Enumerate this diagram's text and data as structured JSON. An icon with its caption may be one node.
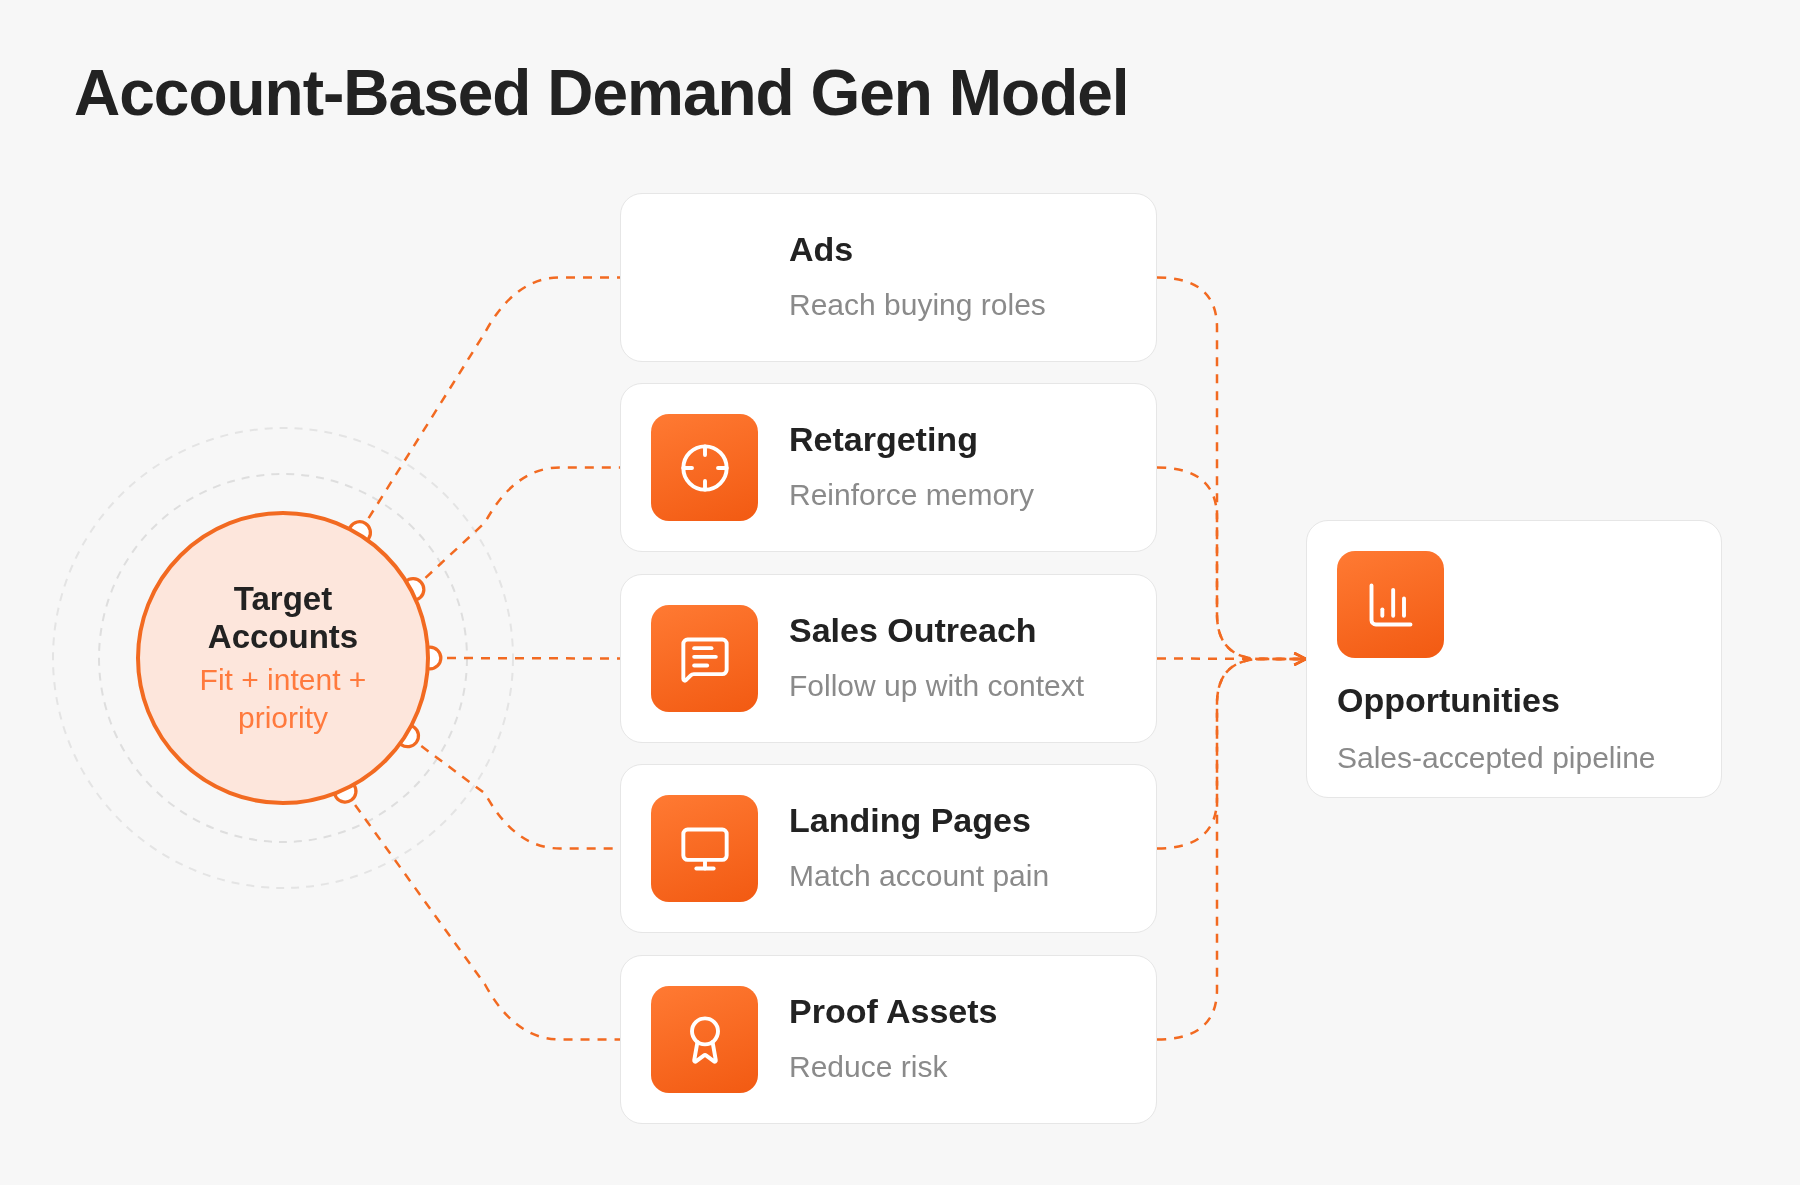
{
  "diagram": {
    "title": "Account-Based Demand Gen Model",
    "nodes": [
      {
        "text": [
          "Target Accounts",
          "Fit + intent + priority"
        ]
      },
      {
        "text": [
          "Ads",
          "Reach buying roles"
        ]
      },
      {
        "text": [
          "Retargeting",
          "Reinforce memory"
        ]
      },
      {
        "text": [
          "Sales Outreach",
          "Follow up with context"
        ]
      },
      {
        "text": [
          "Landing Pages",
          "Match account pain"
        ]
      },
      {
        "text": [
          "Proof Assets",
          "Reduce risk"
        ]
      },
      {
        "text": [
          "Opportunities",
          "Sales-accepted pipeline"
        ]
      }
    ],
    "edges": [
      {
        "from": 0,
        "to": 1,
        "arrow": "other",
        "style": "dashed"
      },
      {
        "from": 0,
        "to": 2,
        "arrow": "other",
        "style": "dashed"
      },
      {
        "from": 0,
        "to": 3,
        "arrow": "other",
        "style": "dashed"
      },
      {
        "from": 0,
        "to": 4,
        "arrow": "other",
        "style": "dashed"
      },
      {
        "from": 0,
        "to": 5,
        "arrow": "other",
        "style": "dashed"
      },
      {
        "from": 1,
        "to": 6,
        "arrow": "to",
        "style": "dashed"
      },
      {
        "from": 2,
        "to": 6,
        "arrow": "to",
        "style": "dashed"
      },
      {
        "from": 3,
        "to": 6,
        "arrow": "to",
        "style": "dashed"
      },
      {
        "from": 4,
        "to": 6,
        "arrow": "to",
        "style": "dashed"
      },
      {
        "from": 5,
        "to": 6,
        "arrow": "to",
        "style": "dashed"
      }
    ]
  }
}
